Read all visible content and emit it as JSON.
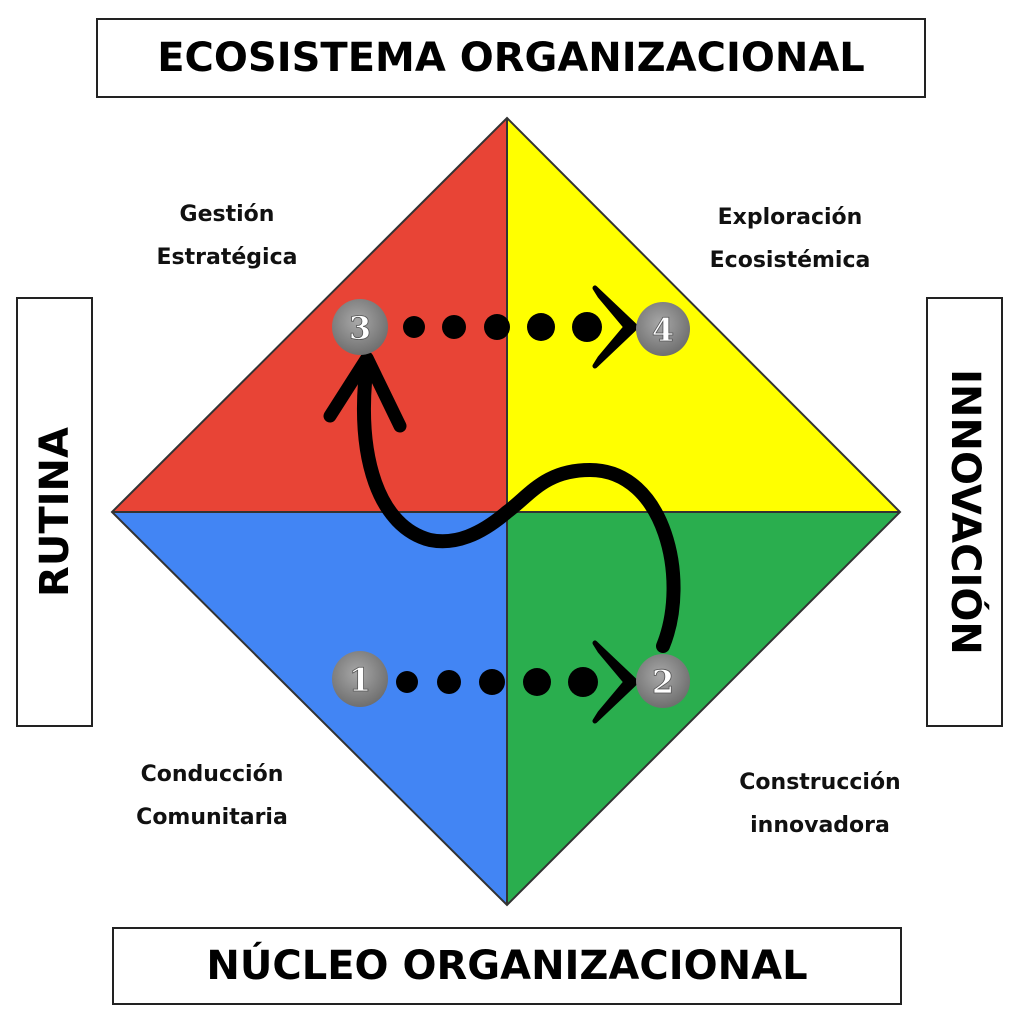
{
  "titles": {
    "top": "ECOSISTEMA ORGANIZACIONAL",
    "bottom": "NÚCLEO ORGANIZACIONAL",
    "left": "RUTINA",
    "right": "INNOVACIÓN"
  },
  "quadrants": [
    {
      "line1": "Gestión",
      "line2": "Estratégica",
      "color": "#E84436"
    },
    {
      "line1": "Exploración",
      "line2": "Ecosistémica",
      "color": "#FFFF00"
    },
    {
      "line1": "Conducción",
      "line2": "Comunitaria",
      "color": "#4285F4"
    },
    {
      "line1": "Construcción",
      "line2": "innovadora",
      "color": "#2AAE4E"
    }
  ],
  "steps": [
    "1",
    "2",
    "3",
    "4"
  ]
}
